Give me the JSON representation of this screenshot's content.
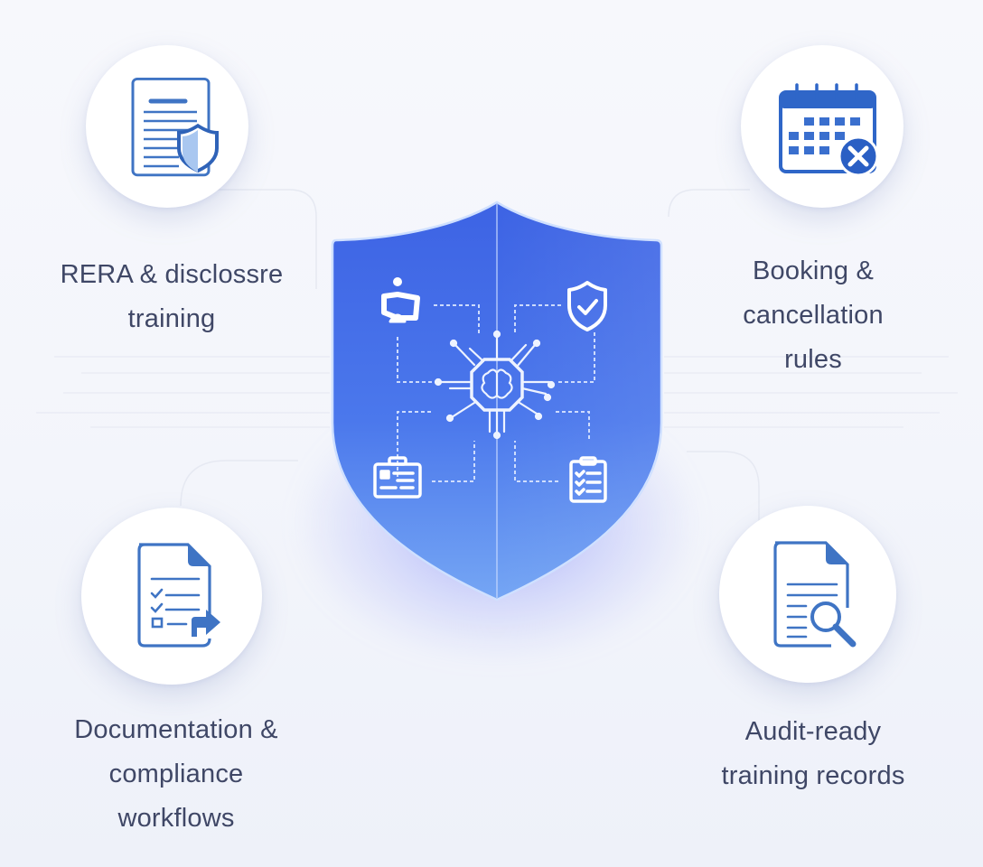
{
  "diagram": {
    "center": {
      "name": "AI compliance shield",
      "icons": [
        "team-network-icon",
        "shield-check-icon",
        "ai-brain-chip-icon",
        "id-badge-icon",
        "checklist-clipboard-icon"
      ]
    },
    "features": [
      {
        "id": "rera",
        "icon": "document-shield-icon",
        "lines": [
          "RERA & disclossre",
          "training"
        ]
      },
      {
        "id": "booking",
        "icon": "calendar-cancel-icon",
        "lines": [
          "Booking &",
          "cancellation",
          "rules"
        ]
      },
      {
        "id": "documentation",
        "icon": "checklist-document-arrow-icon",
        "lines": [
          "Documentation &",
          "compliance",
          "workflows"
        ]
      },
      {
        "id": "audit",
        "icon": "document-search-icon",
        "lines": [
          "Audit-ready",
          "training records"
        ]
      }
    ]
  },
  "colors": {
    "shield_top": "#3f6ae6",
    "shield_bottom": "#6a9af2",
    "icon_blue": "#3b72c9",
    "text": "#3f4766",
    "background": "#f5f6fb"
  }
}
